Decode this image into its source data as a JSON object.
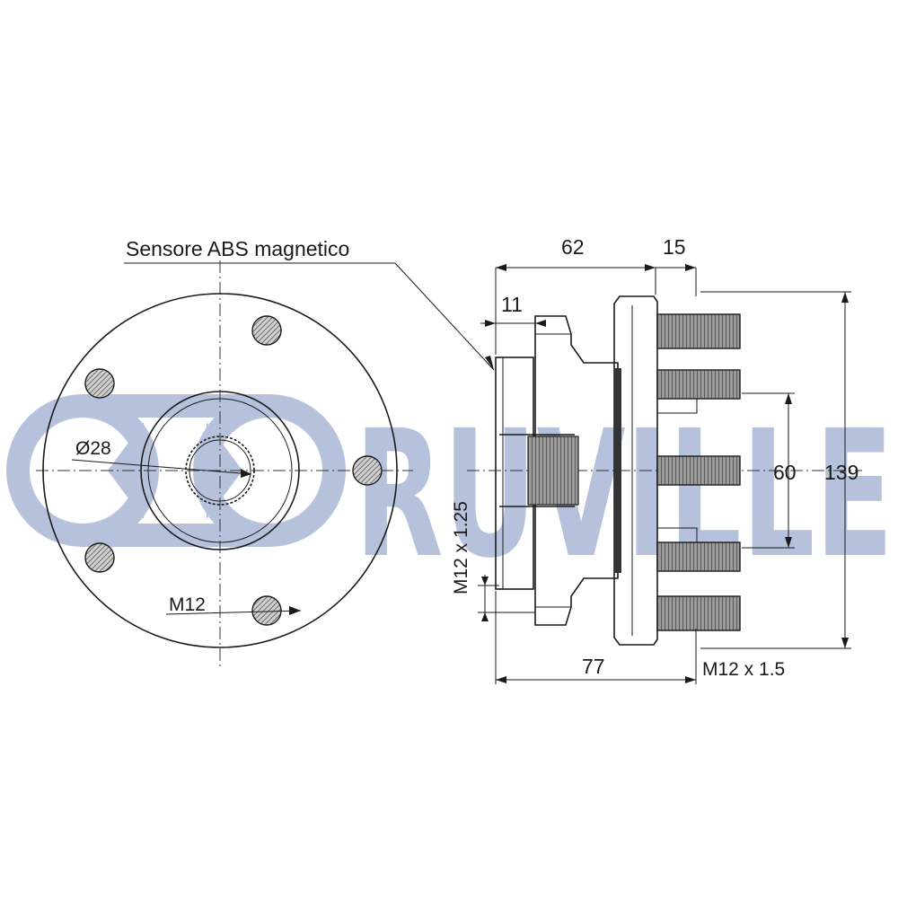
{
  "watermark": {
    "brand": "RUVILLE",
    "color": "#aab8d6"
  },
  "labels": {
    "abs_sensor": "Sensore ABS magnetico",
    "bore_diameter": "Ø28",
    "bolt_thread_front": "M12",
    "bolt_thread_side": "M12 x 1.25",
    "stud_thread": "M12 x 1.5"
  },
  "dimensions": {
    "hub_length": "62",
    "flange_offset": "15",
    "sensor_ring": "11",
    "stud_spacing": "60",
    "flange_diameter": "139",
    "overall_length": "77"
  },
  "colors": {
    "line": "#1a1a1a",
    "fill_hatch": "#777777"
  }
}
